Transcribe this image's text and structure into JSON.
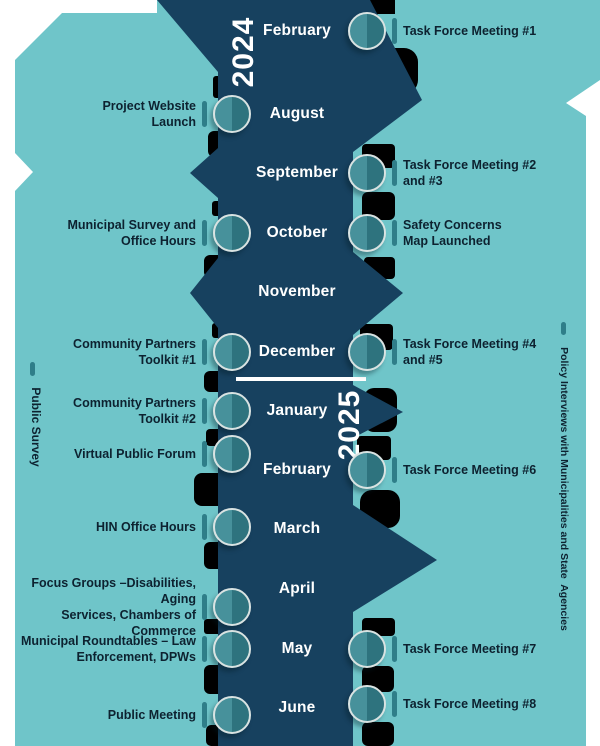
{
  "colors": {
    "background_teal": "#6fc5c9",
    "ribbon_navy": "#17415f",
    "shadow_black": "#000000",
    "marker_light": "#47919b",
    "marker_dark": "#2e737e",
    "marker_ring": "#d9e3e2",
    "dash_teal": "#2f7e89",
    "event_text": "#0d2230",
    "month_text": "#ffffff",
    "cutout_white": "#ffffff"
  },
  "timeline": {
    "years": [
      "2024",
      "2025"
    ],
    "months": [
      "February",
      "August",
      "September",
      "October",
      "November",
      "December",
      "January",
      "February",
      "March",
      "April",
      "May",
      "June"
    ]
  },
  "events_left": [
    {
      "label": "Project Website\nLaunch"
    },
    {
      "label": "Municipal Survey and\nOffice Hours"
    },
    {
      "label": "Community Partners\nToolkit #1"
    },
    {
      "label": "Community Partners\nToolkit #2"
    },
    {
      "label": "Virtual Public Forum"
    },
    {
      "label": "HIN Office Hours"
    },
    {
      "label": "Focus Groups –Disabilities, Aging\nServices, Chambers of Commerce"
    },
    {
      "label": "Municipal Roundtables – Law\nEnforcement, DPWs"
    },
    {
      "label": "Public Meeting"
    }
  ],
  "events_right": [
    {
      "label": "Task Force Meeting #1"
    },
    {
      "label": "Task Force Meeting #2\nand #3"
    },
    {
      "label": "Safety Concerns\nMap Launched"
    },
    {
      "label": "Task Force Meeting #4\nand #5"
    },
    {
      "label": "Task Force Meeting #6"
    },
    {
      "label": "Task Force Meeting #7"
    },
    {
      "label": "Task Force Meeting #8"
    }
  ],
  "side_labels": {
    "left": "Public Survey",
    "right": "Policy Interviews with Municipalities and State  Agencies"
  }
}
